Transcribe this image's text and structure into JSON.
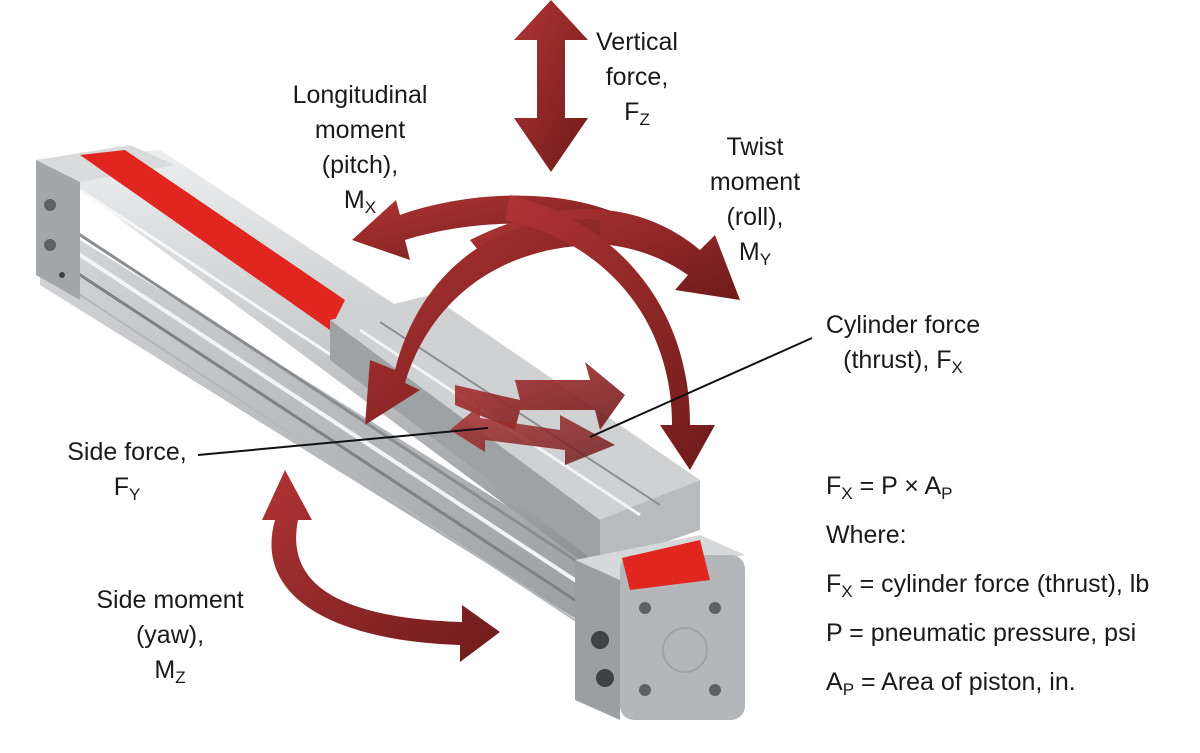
{
  "colors": {
    "arrow": "#9b2b2b",
    "arrow_dark": "#6e1a1a",
    "aluminum": "#c9cbcd",
    "aluminum_dark": "#8e9194",
    "aluminum_light": "#e6e7e8",
    "stripe": "#e0261f"
  },
  "labels": {
    "vertical_force": {
      "l1": "Vertical",
      "l2": "force,",
      "sym": "F",
      "sub": "Z"
    },
    "longitudinal_moment": {
      "l1": "Longitudinal",
      "l2": "moment",
      "l3": "(pitch),",
      "sym": "M",
      "sub": "X"
    },
    "twist_moment": {
      "l1": "Twist",
      "l2": "moment",
      "l3": "(roll),",
      "sym": "M",
      "sub": "Y"
    },
    "cylinder_force": {
      "l1": "Cylinder force",
      "l2": "(thrust), ",
      "sym": "F",
      "sub": "X"
    },
    "side_force": {
      "l1": "Side force,",
      "sym": "F",
      "sub": "Y"
    },
    "side_moment": {
      "l1": "Side moment",
      "l2": "(yaw),",
      "sym": "M",
      "sub": "Z"
    }
  },
  "formula": {
    "eq_lhs": "F",
    "eq_lhs_sub": "X",
    "eq_mid": " = P × A",
    "eq_rhs_sub": "P",
    "where": "Where:",
    "def1_sym": "F",
    "def1_sub": "X",
    "def1_text": " = cylinder force (thrust), lb",
    "def2_text": "P = pneumatic pressure, psi",
    "def3_sym": "A",
    "def3_sub": "P",
    "def3_text": " = Area of piston, in."
  }
}
